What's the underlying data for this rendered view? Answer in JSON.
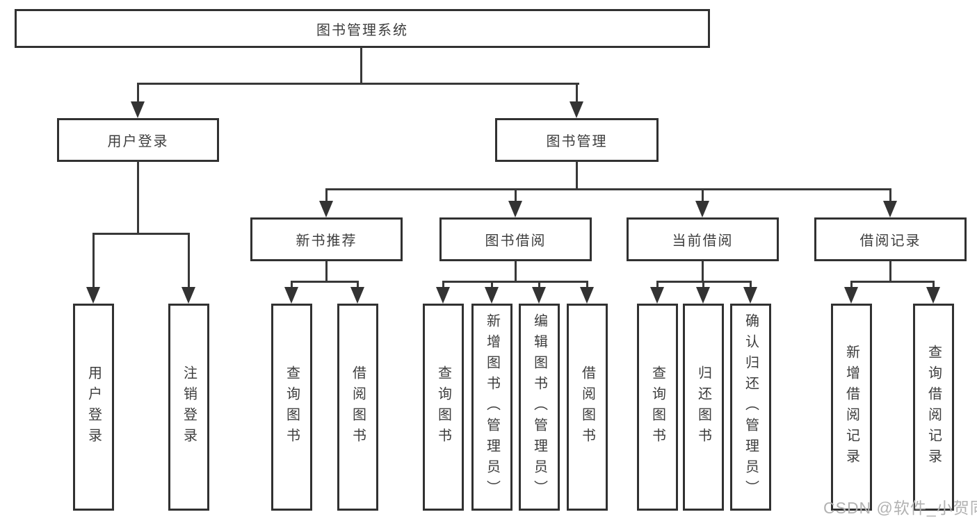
{
  "tree": {
    "root": {
      "label": "图书管理系统"
    },
    "branches": [
      {
        "label": "用户登录",
        "children": [
          {
            "label": "用户登录"
          },
          {
            "label": "注销登录"
          }
        ]
      },
      {
        "label": "图书管理",
        "groups": [
          {
            "label": "新书推荐",
            "children": [
              {
                "label": "查询图书"
              },
              {
                "label": "借阅图书"
              }
            ]
          },
          {
            "label": "图书借阅",
            "children": [
              {
                "label": "查询图书"
              },
              {
                "label": "新增图书（管理员）"
              },
              {
                "label": "编辑图书（管理员）"
              },
              {
                "label": "借阅图书"
              }
            ]
          },
          {
            "label": "当前借阅",
            "children": [
              {
                "label": "查询图书"
              },
              {
                "label": "归还图书"
              },
              {
                "label": "确认归还（管理员）"
              }
            ]
          },
          {
            "label": "借阅记录",
            "children": [
              {
                "label": "新增借阅记录"
              },
              {
                "label": "查询借阅记录"
              }
            ]
          }
        ]
      }
    ]
  },
  "watermark": {
    "text": "CSDN @软件_小贺同学"
  },
  "colors": {
    "background": "#ffffff",
    "box_border": "#313131",
    "line": "#383838",
    "text": "#3d3d3d",
    "watermark": "#b2b2b2"
  }
}
